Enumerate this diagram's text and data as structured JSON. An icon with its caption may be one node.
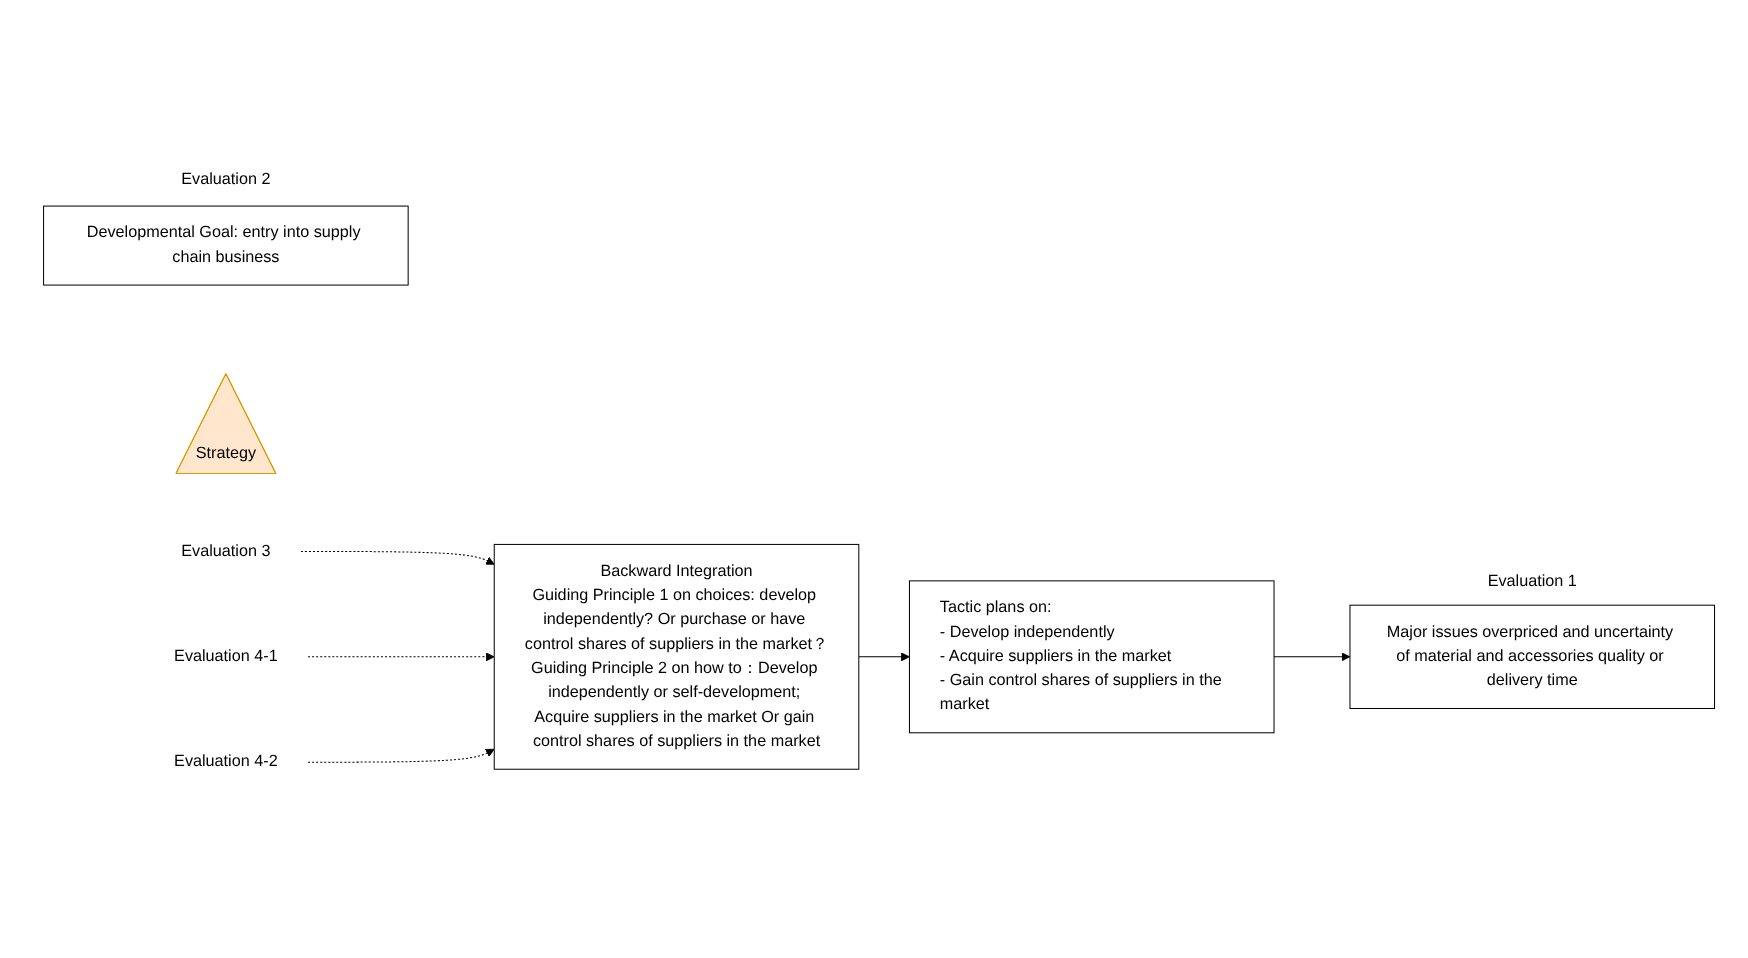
{
  "diagram": {
    "nodes": [
      {
        "text": [
          "Developmental Goal: entry into supply chain business"
        ],
        "beside": [
          "Evaluation 2"
        ]
      },
      {
        "text": [
          "Major issues overpriced and uncertainty of material and accessories quality or delivery time"
        ],
        "beside": [
          "Evaluation 1"
        ]
      },
      {
        "text": [
          "Strategy"
        ]
      },
      {
        "text": [
          "Evaluation 3"
        ]
      },
      {
        "text": [
          "Backward Integration",
          "Guiding Principle 1 on choices: develop independently? Or purchase or have control shares of suppliers in the market？",
          "Guiding Principle 2 on how to：Develop independently or self-development; Acquire suppliers in the market Or gain control shares of suppliers in the market"
        ]
      },
      {
        "text": [
          "Evaluation 4-1"
        ]
      },
      {
        "text": [
          "Evaluation 4-2"
        ]
      },
      {
        "text": [
          "Tactic plans on:",
          "- Develop independently",
          "- Acquire suppliers in the market",
          "- Gain control shares of suppliers in the market"
        ]
      }
    ],
    "edges": [
      {
        "from": 3,
        "to": 4,
        "arrow": "to",
        "style": "dashed"
      },
      {
        "from": 5,
        "to": 4,
        "arrow": "to",
        "style": "dashed"
      },
      {
        "from": 6,
        "to": 4,
        "arrow": "to",
        "style": "dashed"
      },
      {
        "from": 4,
        "to": 7,
        "arrow": "to"
      },
      {
        "from": 7,
        "to": 1,
        "arrow": "to"
      }
    ]
  }
}
